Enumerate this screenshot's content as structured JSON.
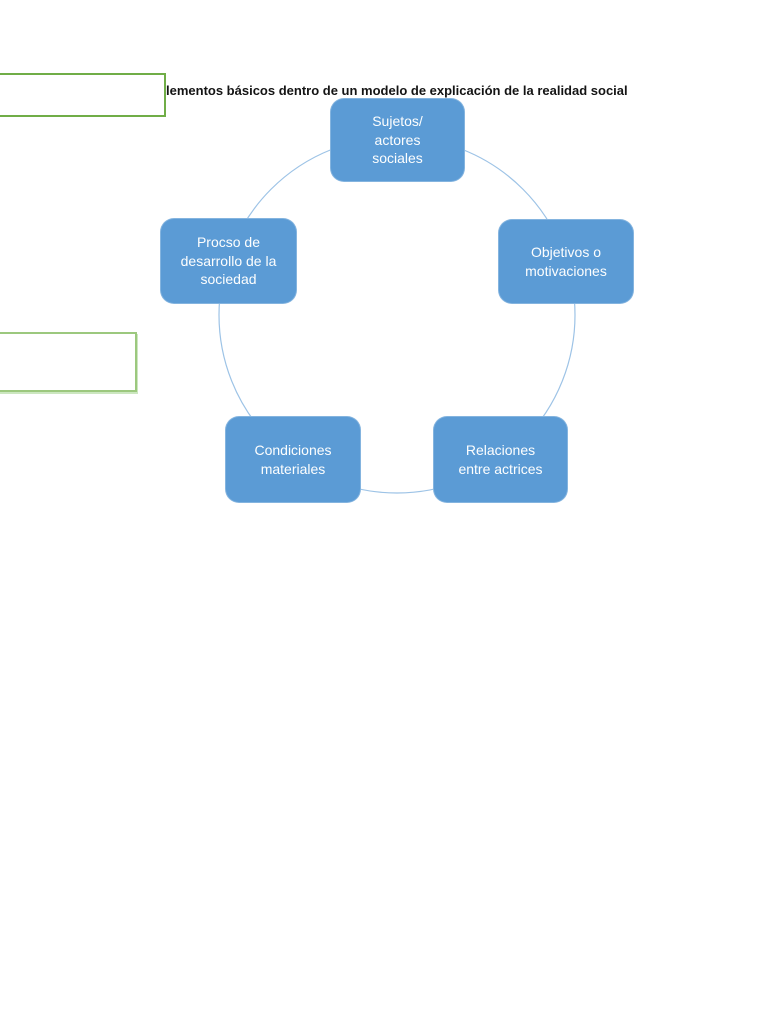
{
  "page": {
    "background_color": "#FFFFFF"
  },
  "title": {
    "text": "lementos básicos dentro de un modelo de explicación de la realidad social"
  },
  "diagram": {
    "type": "cycle",
    "circle_color": "#9DC3E6",
    "node_fill_color": "#5B9BD5",
    "node_text_color": "#FFFFFF",
    "nodes": [
      {
        "position": "top",
        "label": "Sujetos/\nactores\nsociales"
      },
      {
        "position": "left",
        "label": "Procso de\ndesarrollo de la\nsociedad"
      },
      {
        "position": "right",
        "label": "Objetivos o\nmotivaciones"
      },
      {
        "position": "bottom-left",
        "label": "Condiciones\nmateriales"
      },
      {
        "position": "bottom-right",
        "label": "Relaciones\nentre actrices"
      }
    ]
  },
  "annotations": {
    "box1": {
      "text": "",
      "border_color": "#70AD47"
    },
    "box2": {
      "text": "",
      "border_color": "#9CC87E"
    }
  }
}
